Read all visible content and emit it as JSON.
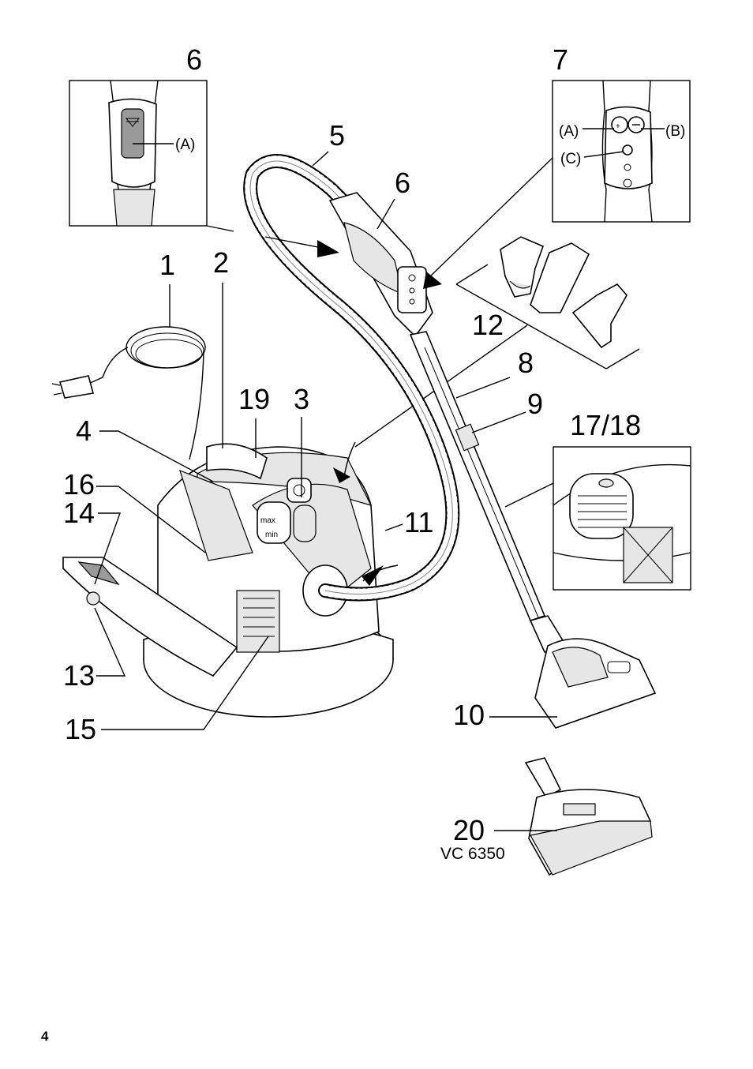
{
  "page_number": "4",
  "model": "VC 6350",
  "callouts": {
    "c1": "1",
    "c2": "2",
    "c3": "3",
    "c4": "4",
    "c5": "5",
    "c6_inset": "6",
    "c6_main": "6",
    "c7": "7",
    "c8": "8",
    "c9": "9",
    "c10": "10",
    "c11": "11",
    "c12": "12",
    "c13": "13",
    "c14": "14",
    "c15": "15",
    "c16": "16",
    "c17_18": "17/18",
    "c19": "19",
    "c20": "20"
  },
  "inset_labels": {
    "inset6_a": "(A)",
    "inset7_a": "(A)",
    "inset7_b": "(B)",
    "inset7_c": "(C)"
  },
  "indicator_labels": {
    "max": "max",
    "min": "min"
  }
}
